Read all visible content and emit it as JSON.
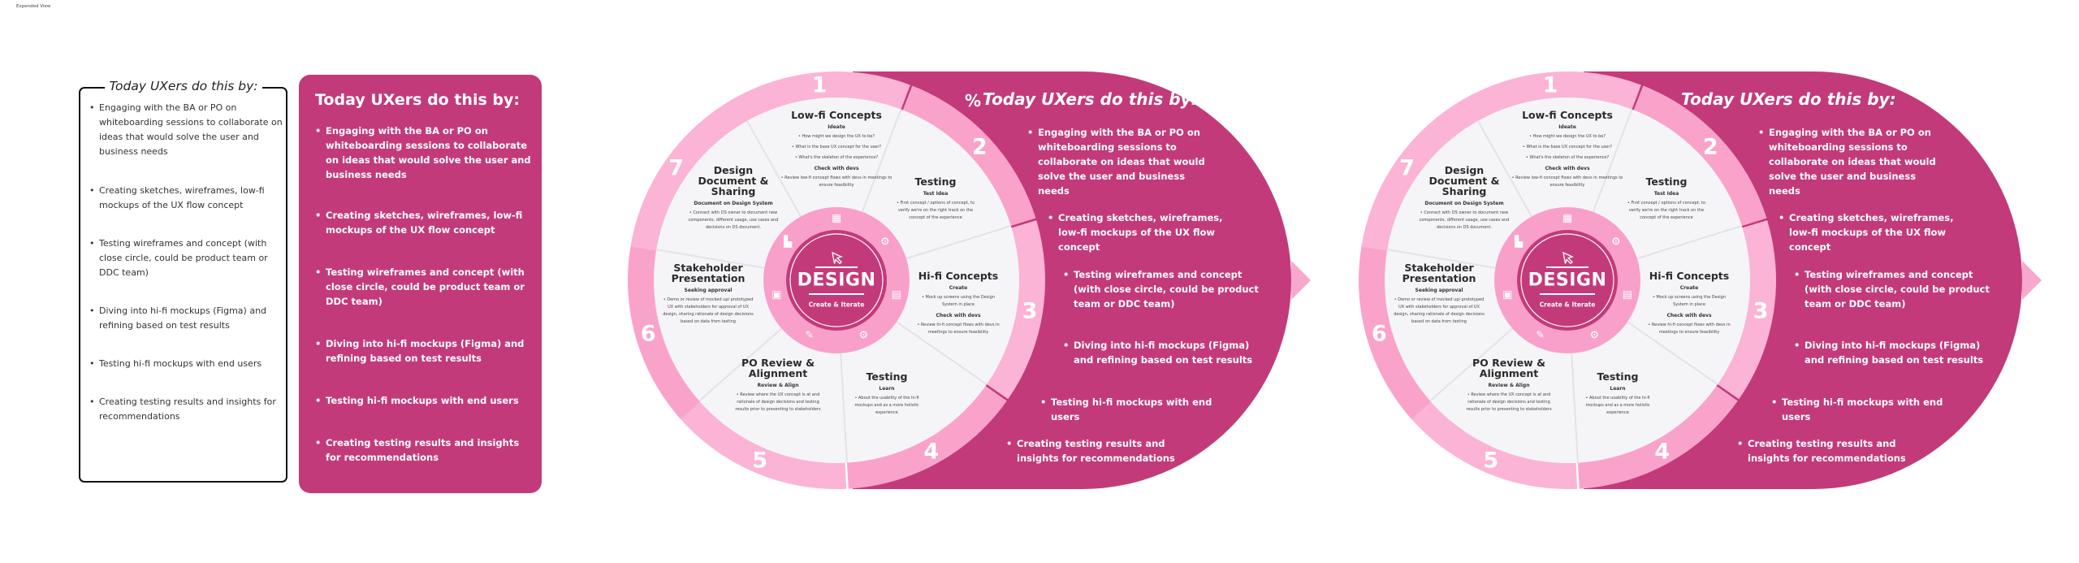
{
  "view_label": "Expended View",
  "outline_panel": {
    "title": "Today UXers do this by:",
    "items": [
      "Engaging with the BA or PO on whiteboarding sessions to collaborate on ideas that would solve the user and business needs",
      "Creating sketches, wireframes, low-fi mockups of the UX flow concept",
      "Testing wireframes and concept (with close circle, could be product team or DDC team)",
      "Diving into hi-fi mockups (Figma) and refining based on test results",
      "Testing hi-fi mockups with end users",
      "Creating testing results and insights for recommendations"
    ]
  },
  "pink_card": {
    "title": "Today UXers do this by:",
    "items": [
      "Engaging with the BA or PO on whiteboarding sessions to collaborate on ideas that would solve the user and business needs",
      "Creating sketches, wireframes, low-fi mockups of the UX flow concept",
      "Testing wireframes and concept (with close circle, could be product team or DDC team)",
      "Diving into hi-fi mockups (Figma) and refining based on test results",
      "Testing hi-fi mockups with end users",
      "Creating testing results and insights for recommendations"
    ]
  },
  "diagrams": [
    {
      "title": "Today UXers do this by:",
      "title_icon": "percent-tools-icon",
      "items": [
        "Engaging with the BA or PO on whiteboarding sessions to collaborate on ideas that would solve the user and business needs",
        "Creating sketches, wireframes, low-fi mockups of the UX flow concept",
        "Testing wireframes and concept (with close circle, could be product team or DDC team)",
        "Diving into hi-fi mockups (Figma) and refining based on test results",
        "Testing hi-fi mockups with end users",
        "Creating testing results and insights for recommendations"
      ]
    },
    {
      "title": "Today UXers do this by:",
      "items": [
        "Engaging with the BA or PO on whiteboarding sessions to collaborate on ideas that would solve the user and business needs",
        "Creating sketches, wireframes, low-fi mockups of the UX flow concept",
        "Testing wireframes and concept (with close circle, could be product team or DDC team)",
        "Diving into hi-fi mockups (Figma) and refining based on test results",
        "Testing hi-fi mockups with end users",
        "Creating testing results and insights for recommendations"
      ]
    }
  ],
  "wheel": {
    "center_title": "DESIGN",
    "center_subtitle": "Create & Iterate",
    "numbers": [
      "1",
      "2",
      "3",
      "4",
      "5",
      "6",
      "7"
    ],
    "segments": [
      {
        "title": "Low-fi Concepts",
        "sections": [
          {
            "heading": "Ideate",
            "bullets": [
              "How might we design the UX to be?",
              "What is the base UX concept for the user?",
              "What's the skeleton of the experience?"
            ]
          },
          {
            "heading": "Check with devs",
            "bullets": [
              "Review low-fi concept flows with devs in meetings to ensure feasibility"
            ]
          }
        ]
      },
      {
        "title": "Testing",
        "sections": [
          {
            "heading": "Test Idea",
            "bullets": [
              "First concept / options of concept, to verify we're on the right track on the concept of the experience"
            ]
          }
        ]
      },
      {
        "title": "Hi-fi Concepts",
        "sections": [
          {
            "heading": "Create",
            "bullets": [
              "Mock up screens using the Design System in place"
            ]
          },
          {
            "heading": "Check with devs",
            "bullets": [
              "Review hi-fi concept flows with devs in meetings to ensure feasibility"
            ]
          }
        ]
      },
      {
        "title": "Testing",
        "sections": [
          {
            "heading": "Learn",
            "bullets": [
              "About the usability of the hi-fi mockups and as a more holistic experience"
            ]
          }
        ]
      },
      {
        "title": "PO Review & Alignment",
        "sections": [
          {
            "heading": "Review & Align",
            "bullets": [
              "Review where the UX concept is at and rationale of design decisions and testing results prior to presenting to stakeholders"
            ]
          }
        ]
      },
      {
        "title": "Stakeholder Presentation",
        "sections": [
          {
            "heading": "Seeking approval",
            "bullets": [
              "Demo or review of mocked up/ prototyped UX with stakeholders for approval of UX design, sharing rationale of design decisions based on data from testing"
            ]
          }
        ]
      },
      {
        "title": "Design Document & Sharing",
        "sections": [
          {
            "heading": "Document on Design System",
            "bullets": [
              "Connect with DS owner to document new components, different usage, use cases and decisions on DS document."
            ]
          }
        ]
      }
    ]
  },
  "colors": {
    "magenta": "#c33a7a",
    "pink": "#f7a8cd",
    "light": "#f6f6f8"
  }
}
